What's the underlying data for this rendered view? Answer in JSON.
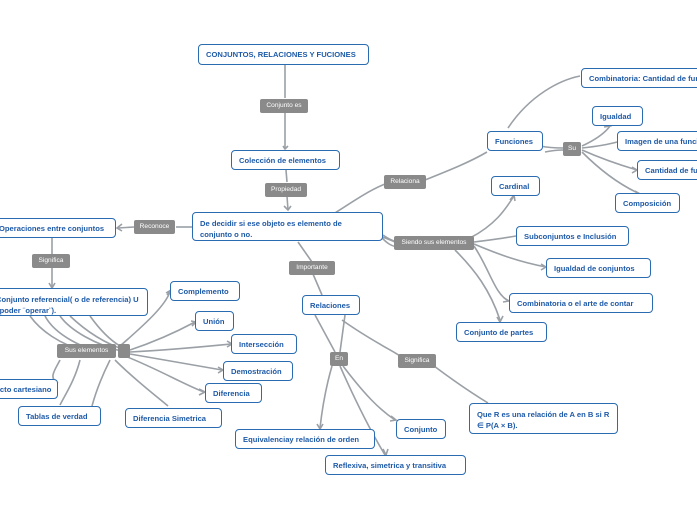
{
  "colors": {
    "node_border": "#2b6cb0",
    "node_text": "#1e5aa8",
    "label_bg": "#8a8a8a",
    "connector": "#9aa0a6"
  },
  "nodes": {
    "title": "CONJUNTOS, RELACIONES Y FUCIONES",
    "coleccion": "Colección de elementos",
    "decidir": "De decidir si ese objeto es elemento de conjunto o no.",
    "operaciones": "Operaciones entre conjuntos",
    "conjunto_referencial": "Conjunto referencial( o de referencia) U \"poder ¨operar¨).",
    "complemento": "Complemento",
    "union": "Unión",
    "interseccion": "Intersección",
    "demostracion": "Demostración",
    "diferencia": "Diferencia",
    "producto_cartesiano": "Producto cartesiano",
    "tablas_verdad": "Tablas de verdad",
    "diferencia_simetrica": "Diferencia Simetrica",
    "relaciones": "Relaciones",
    "equivalencia": "Equivalenciay relación de orden",
    "conjunto": "Conjunto",
    "reflexiva": "Reflexiva, simetrica y transitiva",
    "que_r": "Que R es una relación de A en B si R ∈ P(A × B).",
    "funciones": "Funciones",
    "combinatoria_cantidad": "Combinatoria: Cantidad de funciones",
    "igualdad": "Igualdad",
    "imagen": "Imagen de una función",
    "cantidad": "Cantidad de funciones",
    "composicion": "Composición",
    "cardinal": "Cardinal",
    "subconjuntos": "Subconjuntos e Inclusión",
    "igualdad_conjuntos": "Igualdad de conjuntos",
    "combinatoria_contar": "Combinatoria o el arte de contar",
    "conjunto_partes": "Conjunto de partes"
  },
  "labels": {
    "conjunto_es": "Conjunto es",
    "propiedad": "Propiedad",
    "reconoce": "Reconoce",
    "significa_1": "Significa",
    "sus_elementos": "Sus elementos",
    "importante": "Importante",
    "en": "En",
    "significa_2": "Significa",
    "relaciona": "Relaciona",
    "siendo": "Siendo sus elementos",
    "su": "Su"
  }
}
